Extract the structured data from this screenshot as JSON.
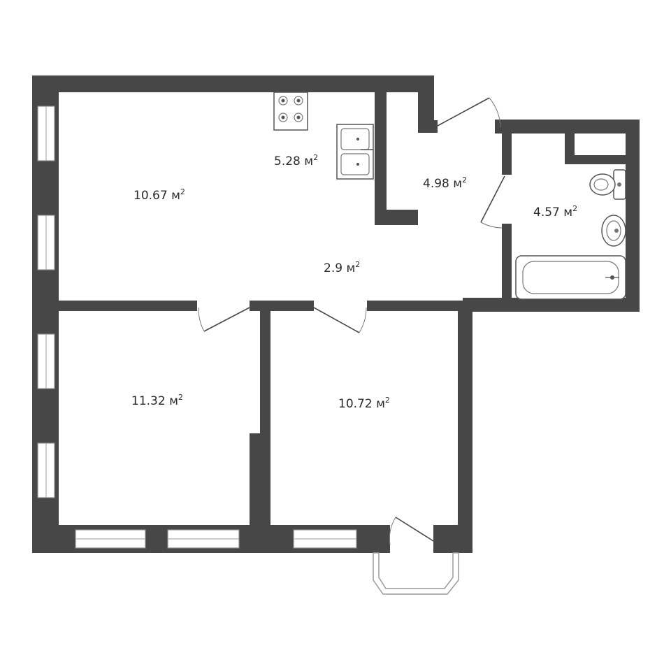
{
  "rooms": [
    {
      "id": "living",
      "area": "10.67",
      "unit": "м²"
    },
    {
      "id": "kitchen",
      "area": "5.28",
      "unit": "м²"
    },
    {
      "id": "closet",
      "area": "4.98",
      "unit": "м²"
    },
    {
      "id": "bathroom",
      "area": "4.57",
      "unit": "м²"
    },
    {
      "id": "hall",
      "area": "2.9",
      "unit": "м²"
    },
    {
      "id": "bedroom-left",
      "area": "11.32",
      "unit": "м²"
    },
    {
      "id": "bedroom-right",
      "area": "10.72",
      "unit": "м²"
    }
  ],
  "icons": {
    "stove": "stove-icon",
    "sink": "double-sink-icon",
    "toilet": "toilet-icon",
    "washbasin": "washbasin-icon",
    "bathtub": "bathtub-icon"
  },
  "colors": {
    "wall": "#474747",
    "background": "#ffffff"
  }
}
